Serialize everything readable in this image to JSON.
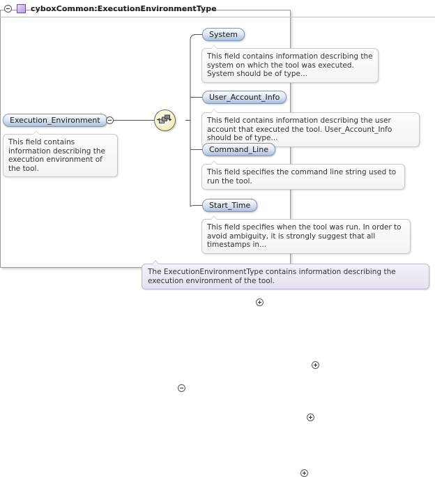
{
  "diagram": {
    "kind": "xsd-schema-tree",
    "colors": {
      "node_border": "#8496b4",
      "node_fill_top": "#fbfcfe",
      "node_fill_bottom": "#a9bcd8",
      "sequence_fill": "#f6f3cc",
      "sequence_border": "#6d6d4a",
      "container_border": "#9a9a9a",
      "complextype_glyph": "#b8a5de",
      "doc_bar_fill": "#e5e1f2",
      "connector": "#555555",
      "annotation_fill": "#f4f4f4"
    }
  },
  "root_element": {
    "label": "Execution_Environment",
    "toggle_icon": "minus-circle-icon",
    "annotation": "This field contains information describing the execution environment of the tool."
  },
  "container": {
    "toggle_icon": "minus-circle-icon",
    "type_icon": "complextype-square-icon",
    "title": "cyboxCommon:ExecutionEnvironmentType"
  },
  "compositor": {
    "icon": "sequence-icon",
    "toggle_icon": "minus-circle-icon",
    "kind": "sequence"
  },
  "children": [
    {
      "label": "System",
      "toggle_icon": "plus-circle-icon",
      "annotation": "This field contains information describing the system on which the tool was executed. System should be of type..."
    },
    {
      "label": "User_Account_Info",
      "toggle_icon": "plus-circle-icon",
      "annotation": "This field contains information describing the user account that executed the tool. User_Account_Info should be of type..."
    },
    {
      "label": "Command_Line",
      "toggle_icon": "plus-circle-icon",
      "annotation": "This field specifies the command line string used to run the tool."
    },
    {
      "label": "Start_Time",
      "toggle_icon": "plus-circle-icon",
      "annotation": "This field specifies when the tool was run. In order to avoid ambiguity, it is strongly suggest that all timestamps in..."
    }
  ],
  "type_documentation": "The ExecutionEnvironmentType contains information describing the execution environment of the tool."
}
